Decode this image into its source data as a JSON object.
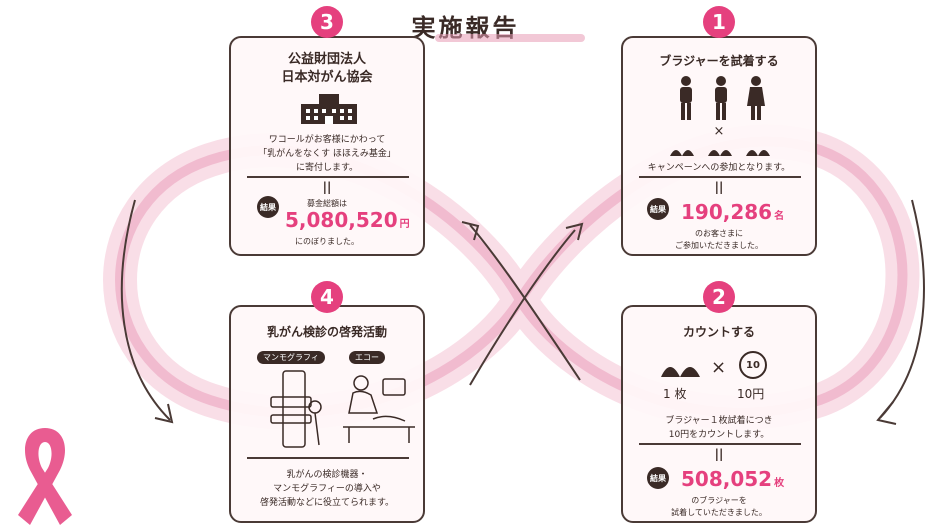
{
  "title": "実施報告",
  "steps": {
    "s1": {
      "number": "1",
      "title": "ブラジャーを試着する",
      "times": "×",
      "desc": "キャンペーンへの参加となります。",
      "equals": "||",
      "result_badge": "結果",
      "result_value": "190,286",
      "result_unit": "名",
      "note_line1": "のお客さまに",
      "note_line2": "ご参加いただきました。"
    },
    "s2": {
      "number": "2",
      "title": "カウントする",
      "times": "×",
      "coin_label": "10",
      "qty_label": "1 枚",
      "price_label": "10円",
      "desc_line1": "ブラジャー１枚試着につき",
      "desc_line2": "10円をカウントします。",
      "equals": "||",
      "result_badge": "結果",
      "result_value": "508,052",
      "result_unit": "枚",
      "note_line1": "のブラジャーを",
      "note_line2": "試着していただきました。"
    },
    "s3": {
      "number": "3",
      "title_line1": "公益財団法人",
      "title_line2": "日本対がん協会",
      "desc_line1": "ワコールがお客様にかわって",
      "desc_line2": "「乳がんをなくす ほほえみ基金」",
      "desc_line3": "に寄付します。",
      "equals": "||",
      "result_badge": "結果",
      "result_caption": "募金総額は",
      "result_value": "5,080,520",
      "result_unit": "円",
      "note_line1": "にのぼりました。"
    },
    "s4": {
      "number": "4",
      "title": "乳がん検診の啓発活動",
      "label_mammo": "マンモグラフィ",
      "label_echo": "エコー",
      "desc_line1": "乳がんの検診機器・",
      "desc_line2": "マンモグラフィーの導入や",
      "desc_line3": "啓発活動などに役立てられます。"
    }
  },
  "colors": {
    "accent": "#e5407e",
    "ribbon": "#e79ab5",
    "ink": "#3a2a26"
  }
}
